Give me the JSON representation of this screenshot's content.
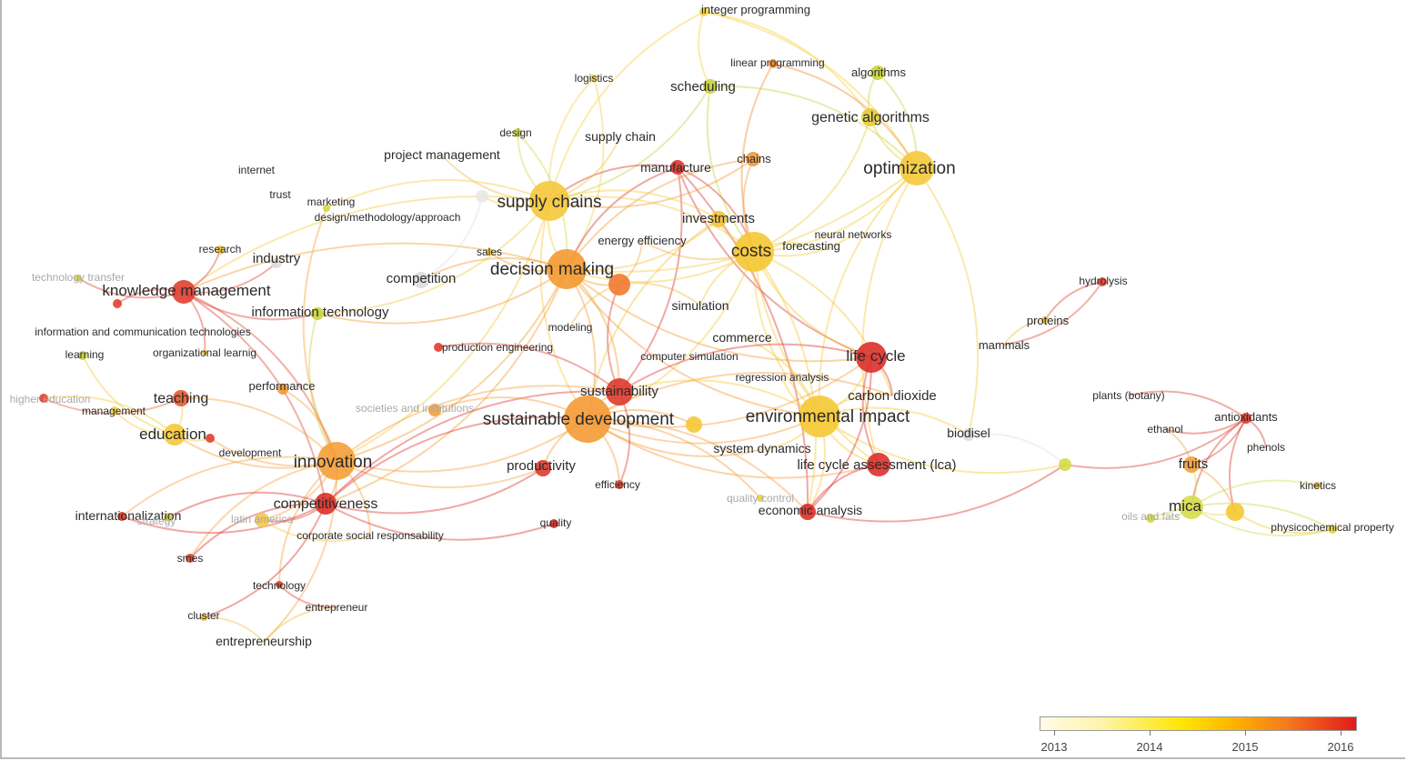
{
  "legend": {
    "ticks": [
      "2013",
      "2014",
      "2015",
      "2016"
    ],
    "colors": [
      "#fffbe6",
      "#fff3a8",
      "#ffe600",
      "#ffb000",
      "#f57a1e",
      "#e21a1c"
    ]
  },
  "nodes": [
    {
      "id": "integer_programming",
      "label": "integer programming",
      "color": "#f5d13a"
    },
    {
      "id": "logistics",
      "label": "logistics",
      "color": "#f2d24a"
    },
    {
      "id": "linear_programming",
      "label": "linear programming",
      "color": "#ee8a2a"
    },
    {
      "id": "algorithms",
      "label": "algorithms",
      "color": "#c9d43a"
    },
    {
      "id": "scheduling",
      "label": "scheduling",
      "color": "#c7d23f"
    },
    {
      "id": "genetic_algorithms",
      "label": "genetic algorithms",
      "color": "#e6cc3a"
    },
    {
      "id": "design",
      "label": "design",
      "color": "#d4d84a"
    },
    {
      "id": "supply_chain",
      "label": "supply chain",
      "color": "#e7c040"
    },
    {
      "id": "project_management",
      "label": "project management",
      "color": "#efb84a"
    },
    {
      "id": "chains",
      "label": "chains",
      "color": "#f09a3a"
    },
    {
      "id": "manufacture",
      "label": "manufacture",
      "color": "#d9332c"
    },
    {
      "id": "optimization",
      "label": "optimization",
      "color": "#f5c93a"
    },
    {
      "id": "internet",
      "label": "internet",
      "color": "#dddddd"
    },
    {
      "id": "trust",
      "label": "trust",
      "color": "#dddddd"
    },
    {
      "id": "marketing",
      "label": "marketing",
      "color": "#d3d840"
    },
    {
      "id": "design_methodology",
      "label": "design/methodology/approach",
      "color": "#e9e9e9"
    },
    {
      "id": "supply_chains",
      "label": "supply chains",
      "color": "#f5c83a"
    },
    {
      "id": "investments",
      "label": "investments",
      "color": "#f3c33a"
    },
    {
      "id": "neural_networks",
      "label": "neural networks",
      "color": "#f2c94a"
    },
    {
      "id": "energy_efficiency",
      "label": "energy efficiency",
      "color": "#f0b040"
    },
    {
      "id": "costs",
      "label": "costs",
      "color": "#f5c733"
    },
    {
      "id": "forecasting",
      "label": "forecasting",
      "color": "#f3c94a"
    },
    {
      "id": "sales",
      "label": "sales",
      "color": "#f2cc40"
    },
    {
      "id": "research",
      "label": "research",
      "color": "#f0c440"
    },
    {
      "id": "industry",
      "label": "industry",
      "color": "#dddddd"
    },
    {
      "id": "technology_transfer",
      "label": "technology transfer",
      "color": "#cfcf40"
    },
    {
      "id": "knowledge_management",
      "label": "knowledge management",
      "color": "#e04030"
    },
    {
      "id": "competition",
      "label": "competition",
      "color": "#dddddd"
    },
    {
      "id": "decision_making",
      "label": "decision making",
      "color": "#f39a30"
    },
    {
      "id": "information_technology",
      "label": "information technology",
      "color": "#c8d43c"
    },
    {
      "id": "simulation",
      "label": "simulation",
      "color": "#f0b43a"
    },
    {
      "id": "hydrolysis",
      "label": "hydrolysis",
      "color": "#e0402e"
    },
    {
      "id": "ict",
      "label": "information and communication technologies",
      "color": "#e0402e"
    },
    {
      "id": "organizational_learnig",
      "label": "organizational learnig",
      "color": "#e3c040"
    },
    {
      "id": "modeling",
      "label": "modeling",
      "color": "#f0b840"
    },
    {
      "id": "proteins",
      "label": "proteins",
      "color": "#e8c040"
    },
    {
      "id": "learning",
      "label": "learning",
      "color": "#c8d440"
    },
    {
      "id": "production_engineering",
      "label": "production engineering",
      "color": "#df3e30"
    },
    {
      "id": "commerce",
      "label": "commerce",
      "color": "#ef9a35"
    },
    {
      "id": "mammals",
      "label": "mammals",
      "color": "#e8c040"
    },
    {
      "id": "computer_simulation",
      "label": "computer simulation",
      "color": "#f0c040"
    },
    {
      "id": "life_cycle",
      "label": "life cycle",
      "color": "#dc3029"
    },
    {
      "id": "performance",
      "label": "performance",
      "color": "#f09a35"
    },
    {
      "id": "regression_analysis",
      "label": "regression analysis",
      "color": "#f0c040"
    },
    {
      "id": "higher_education",
      "label": "higher education",
      "color": "#e0402e"
    },
    {
      "id": "teaching",
      "label": "teaching",
      "color": "#e55a30"
    },
    {
      "id": "sustainability",
      "label": "sustainability",
      "color": "#de3a2c"
    },
    {
      "id": "carbon_dioxide",
      "label": "carbon dioxide",
      "color": "#ef8a30"
    },
    {
      "id": "plants_botany",
      "label": "plants (botany)",
      "color": "#e8a040"
    },
    {
      "id": "management",
      "label": "management",
      "color": "#f5d44a"
    },
    {
      "id": "societies_and_institutions",
      "label": "societies and institutions",
      "color": "#f0a040"
    },
    {
      "id": "sustainable_development",
      "label": "sustainable development",
      "color": "#f59a35"
    },
    {
      "id": "environmental_impact",
      "label": "environmental impact",
      "color": "#f5c833"
    },
    {
      "id": "antioxidants",
      "label": "antioxidants",
      "color": "#dc3a2c"
    },
    {
      "id": "education",
      "label": "education",
      "color": "#f5c83a"
    },
    {
      "id": "ethanol",
      "label": "ethanol",
      "color": "#e8c040"
    },
    {
      "id": "biodisel",
      "label": "biodisel",
      "color": "#dddddd"
    },
    {
      "id": "development",
      "label": "development",
      "color": "#e0402e"
    },
    {
      "id": "system_dynamics",
      "label": "system dynamics",
      "color": "#f3c040"
    },
    {
      "id": "phenols",
      "label": "phenols",
      "color": "#dc3a2c"
    },
    {
      "id": "innovation",
      "label": "innovation",
      "color": "#f5a038"
    },
    {
      "id": "productivity",
      "label": "productivity",
      "color": "#dd3a2c"
    },
    {
      "id": "life_cycle_assessment",
      "label": "life cycle assessment (lca)",
      "color": "#dc3029"
    },
    {
      "id": "fruits",
      "label": "fruits",
      "color": "#f0a040"
    },
    {
      "id": "efficiency",
      "label": "efficiency",
      "color": "#e0402e"
    },
    {
      "id": "kinetics",
      "label": "kinetics",
      "color": "#e8c040"
    },
    {
      "id": "competitiveness",
      "label": "competitiveness",
      "color": "#dc3029"
    },
    {
      "id": "quality_control",
      "label": "quality control",
      "color": "#e8d040"
    },
    {
      "id": "internationalization",
      "label": "internationalization",
      "color": "#dc3a2c"
    },
    {
      "id": "strategy",
      "label": "strategy",
      "color": "#d8d040"
    },
    {
      "id": "latin_america",
      "label": "latin america",
      "color": "#f2c94a"
    },
    {
      "id": "mica",
      "label": "mica",
      "color": "#d6dc4a"
    },
    {
      "id": "economic_analysis",
      "label": "economic analysis",
      "color": "#dc3029"
    },
    {
      "id": "oils_and_fats",
      "label": "oils and fats",
      "color": "#d0d440"
    },
    {
      "id": "quality",
      "label": "quality",
      "color": "#dc3029"
    },
    {
      "id": "physicochemical_property",
      "label": "physicochemical property",
      "color": "#e8d040"
    },
    {
      "id": "corporate_social_responsability",
      "label": "corporate social responsability",
      "color": "#f0c440"
    },
    {
      "id": "smes",
      "label": "smes",
      "color": "#e0402e"
    },
    {
      "id": "technology",
      "label": "technology",
      "color": "#e0402e"
    },
    {
      "id": "entrepreneur",
      "label": "entrepreneur",
      "color": "#f0c440"
    },
    {
      "id": "cluster",
      "label": "cluster",
      "color": "#f0c440"
    },
    {
      "id": "entrepreneurship",
      "label": "entrepreneurship",
      "color": "#f0b840"
    },
    {
      "id": "unlabeled_1",
      "label": "",
      "color": "#f07a2e"
    },
    {
      "id": "unlabeled_2",
      "label": "",
      "color": "#f5c833"
    },
    {
      "id": "unlabeled_3",
      "label": "",
      "color": "#d6dc4a"
    },
    {
      "id": "unlabeled_4",
      "label": "",
      "color": "#f5c833"
    },
    {
      "id": "unlabeled_5",
      "label": "",
      "color": "#e8e8e8"
    }
  ]
}
